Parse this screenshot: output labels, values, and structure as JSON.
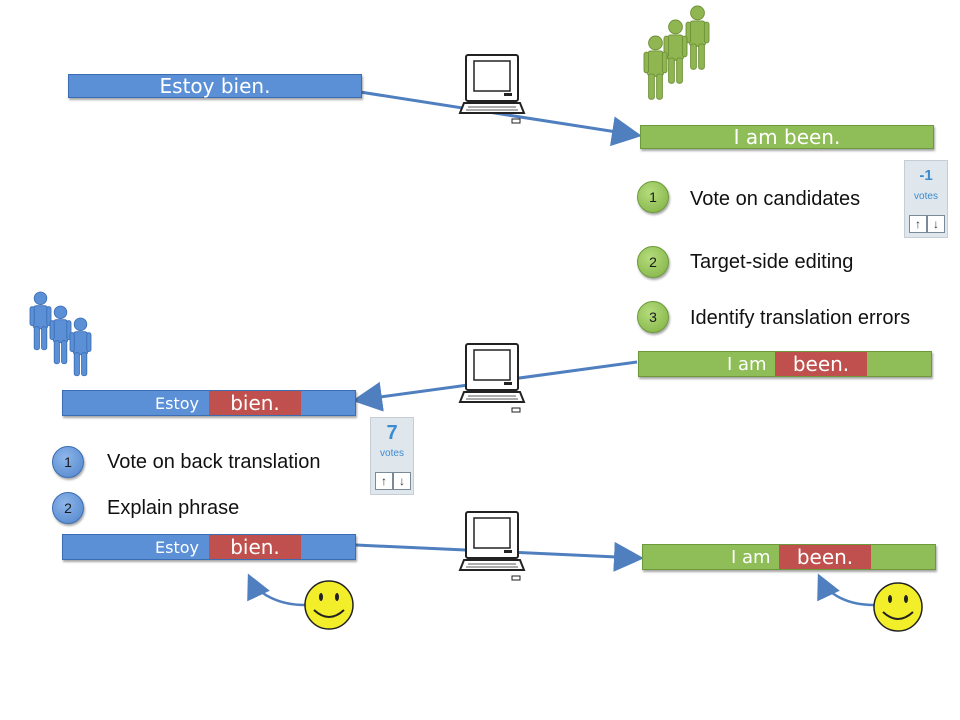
{
  "top": {
    "source_text": "Estoy bien.",
    "target_text": "I am been."
  },
  "steps_right": [
    {
      "number": "1",
      "label": "Vote on candidates"
    },
    {
      "number": "2",
      "label": "Target-side editing"
    },
    {
      "number": "3",
      "label": "Identify translation errors"
    }
  ],
  "vote_box_top": {
    "count": "-1",
    "unit": "votes"
  },
  "middle": {
    "target_prefix": "I am",
    "target_error": "been.",
    "source_prefix": "Estoy",
    "source_error": "bien."
  },
  "steps_left": [
    {
      "number": "1",
      "label": "Vote on back translation"
    },
    {
      "number": "2",
      "label": "Explain phrase"
    }
  ],
  "vote_box_mid": {
    "count": "7",
    "unit": "votes"
  },
  "bottom": {
    "source_prefix": "Estoy",
    "source_error": "bien.",
    "target_prefix": "I am",
    "target_error": "been."
  },
  "colors": {
    "source_bar": "#5b8fd6",
    "target_bar": "#8fbd57",
    "error_highlight": "#c0504d",
    "people_green": "#8fb650",
    "people_blue": "#5b8fd6",
    "smiley": "#f3ee2a"
  },
  "icons": [
    "computer-icon",
    "people-icon",
    "smiley-icon",
    "up-arrow-icon",
    "down-arrow-icon"
  ]
}
